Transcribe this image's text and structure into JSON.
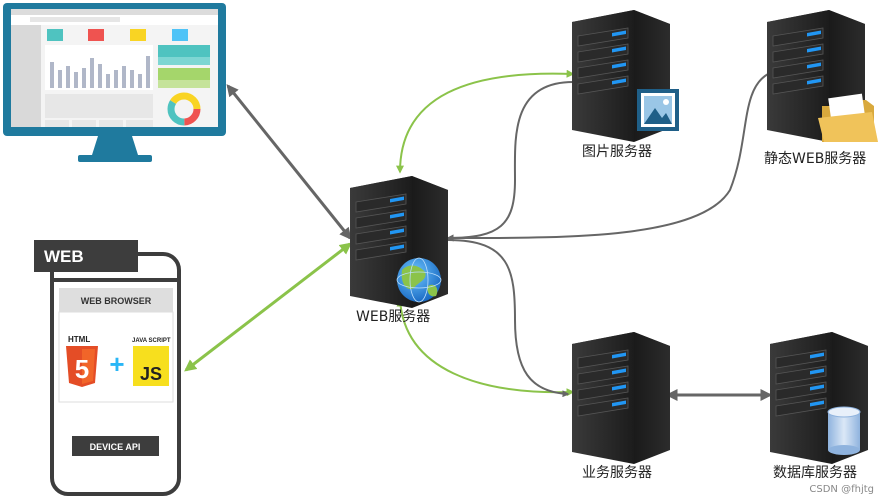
{
  "servers": {
    "web": {
      "label": "WEB服务器"
    },
    "image": {
      "label": "图片服务器"
    },
    "static_web": {
      "label": "静态WEB服务器"
    },
    "business": {
      "label": "业务服务器"
    },
    "database": {
      "label": "数据库服务器"
    }
  },
  "phone": {
    "tag": "WEB",
    "browser_label": "WEB BROWSER",
    "html_label": "HTML",
    "html_number": "5",
    "plus": "+",
    "js_label": "JAVA SCRIPT",
    "js_logo": "JS",
    "device_api": "DEVICE API"
  },
  "watermark": "CSDN @fhjtg",
  "colors": {
    "green_arrow": "#8bc34a",
    "gray_arrow": "#666666",
    "monitor_blue": "#1f7a9e",
    "server_dark": "#2b2b2b",
    "server_led": "#2196f3"
  },
  "icons": [
    "monitor-icon",
    "phone-icon",
    "globe-icon",
    "picture-icon",
    "folder-icon",
    "database-cylinder-icon"
  ]
}
